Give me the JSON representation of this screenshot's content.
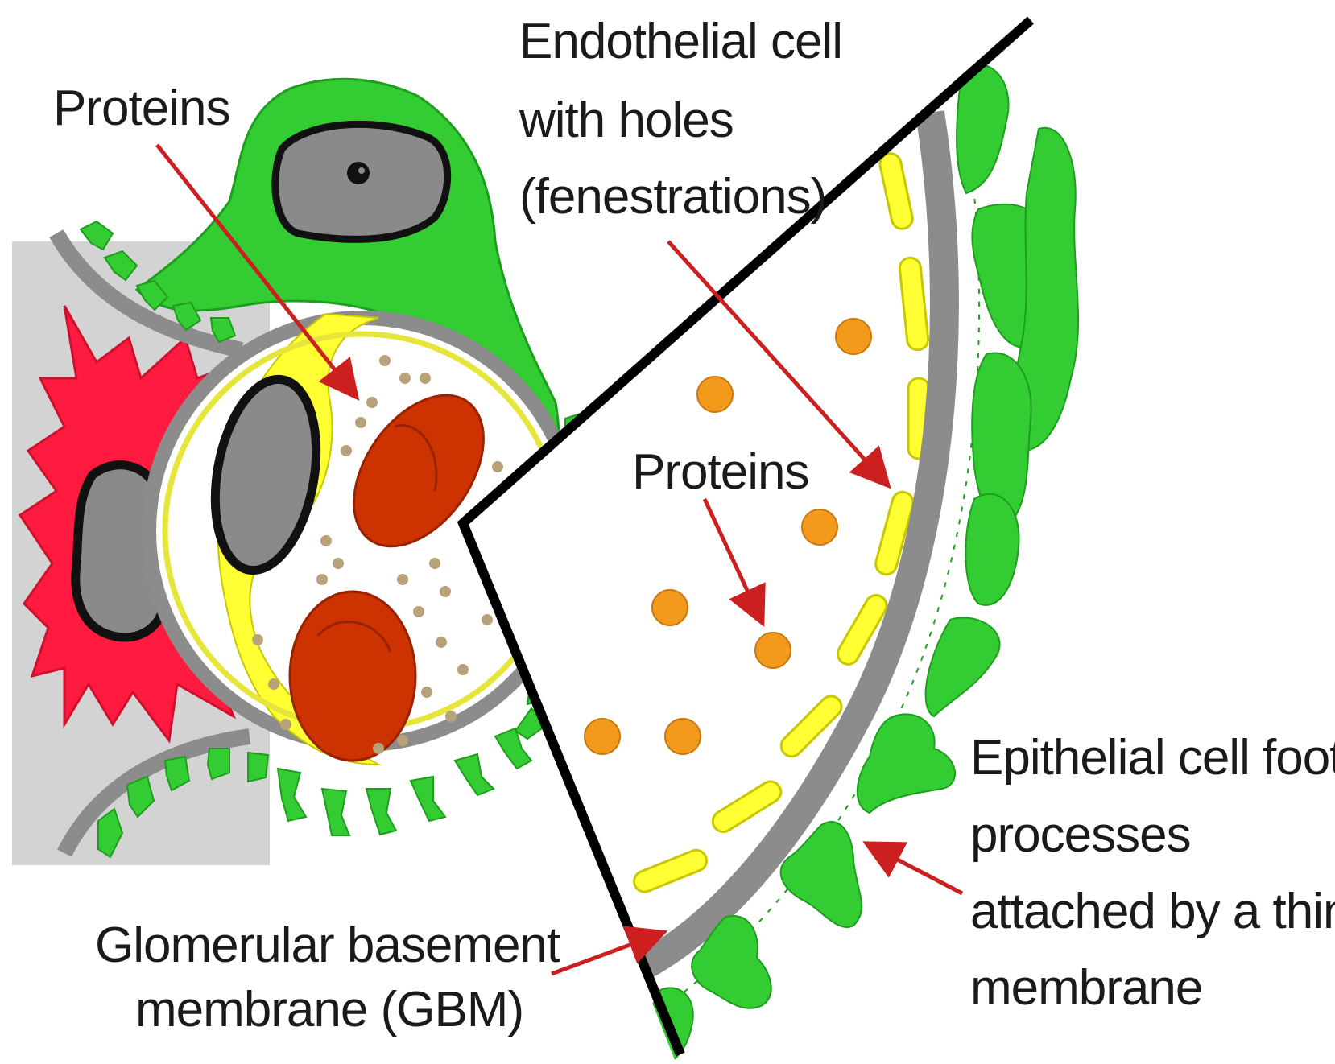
{
  "labels": {
    "proteins_left": "Proteins",
    "endothelial_line1": "Endothelial cell",
    "endothelial_line2": "with holes",
    "endothelial_line3": "(fenestrations)",
    "proteins_right": "Proteins",
    "epithelial_line1": "Epithelial cell foot",
    "epithelial_line2": "processes",
    "epithelial_line3": "attached by a thin",
    "epithelial_line4": "membrane",
    "gbm_line1": "Glomerular basement",
    "gbm_line2": "membrane (GBM)"
  },
  "colors": {
    "podocyte": "#33cc33",
    "podocyte_outline": "#1e9e1e",
    "basement_membrane": "#8c8c8c",
    "endothelium": "#ffff33",
    "mesangial_cell": "#ff1a40",
    "red_blood_cell": "#cc3300",
    "nucleus": "#8a8a8a",
    "protein_large": "#f39a1d",
    "protein_small": "#b8a27a",
    "arrow": "#cc1f1f",
    "background_panel": "#d3d3d3"
  }
}
